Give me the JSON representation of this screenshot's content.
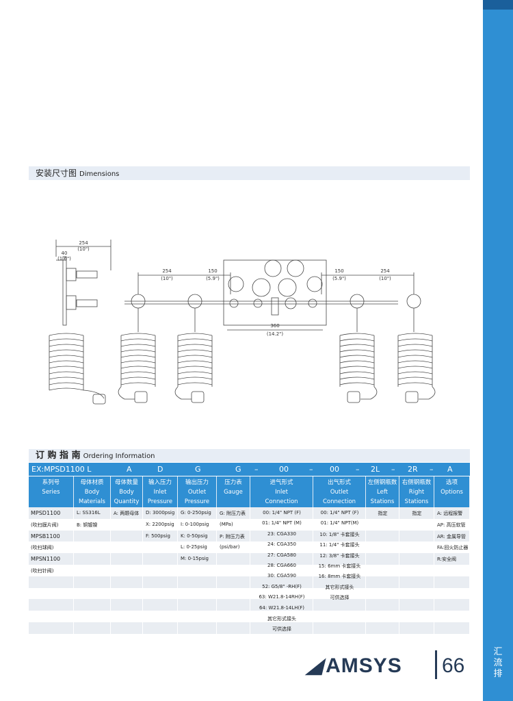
{
  "sidebar": {
    "label_line1": "汇",
    "label_line2": "流",
    "label_line3": "排"
  },
  "dimensions": {
    "title_cn": "安装尺寸图",
    "title_en": "Dimensions",
    "labels": {
      "side_254": "254",
      "side_254_in": "(10\")",
      "side_40": "40",
      "side_40_in": "(1.6\")",
      "left_254": "254",
      "left_254_in": "(10\")",
      "left_150": "150",
      "left_150_in": "(5.9\")",
      "right_150": "150",
      "right_150_in": "(5.9\")",
      "right_254": "254",
      "right_254_in": "(10\")",
      "center_360": "360",
      "center_360_in": "(14.2\")"
    }
  },
  "ordering": {
    "title_cn": "订 购 指 南",
    "title_en": "Ordering Information",
    "example": {
      "model": "EX:MPSD1100 L",
      "a": "A",
      "d": "D",
      "g1": "G",
      "g2": "G",
      "o1": "00",
      "o2": "00",
      "l": "2L",
      "r": "2R",
      "opt": "A",
      "dash1": "–",
      "dash2": "–",
      "dash3": "–",
      "dash4": "–",
      "dash5": "–"
    },
    "headers": [
      {
        "cn": "系列号",
        "en1": "Series",
        "en2": ""
      },
      {
        "cn": "母体材质",
        "en1": "Body",
        "en2": "Materials"
      },
      {
        "cn": "母体数量",
        "en1": "Body",
        "en2": "Quantity"
      },
      {
        "cn": "输入压力",
        "en1": "Inlet",
        "en2": "Pressure"
      },
      {
        "cn": "输出压力",
        "en1": "Outlet",
        "en2": "Pressure"
      },
      {
        "cn": "压力表",
        "en1": "Gauge",
        "en2": ""
      },
      {
        "cn": "进气形式",
        "en1": "Inlet",
        "en2": "Connection"
      },
      {
        "cn": "出气形式",
        "en1": "Outlet",
        "en2": "Connection"
      },
      {
        "cn": "左侧钢瓶数",
        "en1": "Left",
        "en2": "Stations"
      },
      {
        "cn": "右侧钢瓶数",
        "en1": "Right",
        "en2": "Stations"
      },
      {
        "cn": "选项",
        "en1": "Options",
        "en2": ""
      }
    ],
    "series": [
      "MPSD1100",
      "(吹扫膜片阀)",
      "MPSB1100",
      "(吹扫球阀)",
      "MPSN1100",
      "(吹扫针阀)"
    ],
    "materials": [
      "L: SS316L",
      "B: 铜镀镍"
    ],
    "quantity": [
      "A: 两颗母体"
    ],
    "inlet_pressure": [
      "D: 3000psig",
      "X: 2200psig",
      "F: 500psig"
    ],
    "outlet_pressure": [
      "G: 0-250psig",
      "I: 0-100psig",
      "K: 0-50psig",
      "L: 0-25psig",
      "M: 0-15psig"
    ],
    "gauge": [
      "G: 附压力表",
      "(MPa)",
      "P: 附压力表",
      "(psi/bar)"
    ],
    "inlet_connection": [
      "00: 1/4\" NPT (F)",
      "01: 1/4\" NPT (M)",
      "23: CGA330",
      "24: CGA350",
      "27: CGA580",
      "28: CGA660",
      "30: CGA590",
      "52: G5/8\" -RH(F)",
      "63: W21.8-14RH(F)",
      "64: W21.8-14LH(F)",
      "其它形式接头",
      "可供选择"
    ],
    "outlet_connection": [
      "00: 1/4\" NPT (F)",
      "01: 1/4\" NPT(M)",
      "10: 1/8\" 卡套接头",
      "11: 1/4\" 卡套接头",
      "12: 3/8\" 卡套接头",
      "15: 6mm 卡套接头",
      "16: 8mm 卡套接头",
      "其它形式接头",
      "可供选择"
    ],
    "left_stations": [
      "指定"
    ],
    "right_stations": [
      "指定"
    ],
    "options": [
      "A: 远程报警",
      "AP: 高压软管",
      "AR: 金属导管",
      "FA:回火防止器",
      "R:安全阀"
    ]
  },
  "footer": {
    "brand": "AMSYS",
    "page": "66"
  },
  "colors": {
    "accent": "#2f8fd3",
    "dark": "#253a56",
    "title_bg": "#e7edf5"
  }
}
